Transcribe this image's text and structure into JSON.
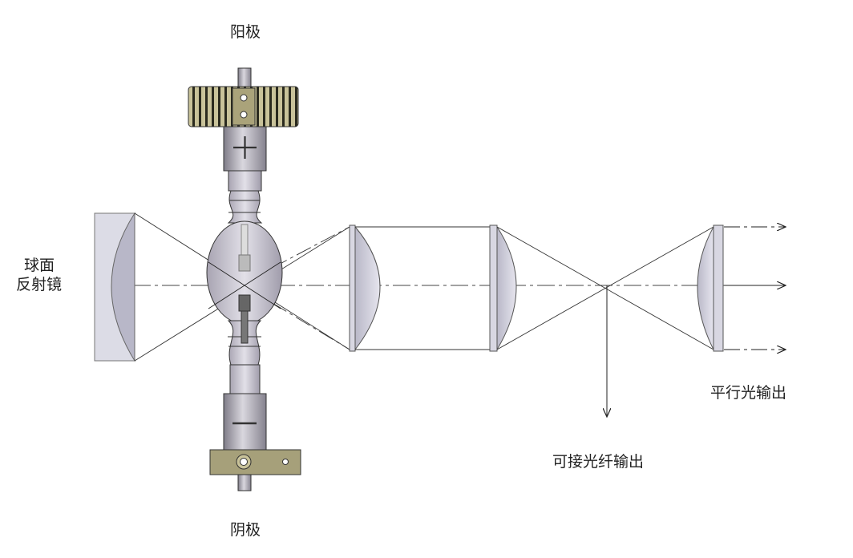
{
  "labels": {
    "anode": "阳极",
    "cathode": "阴极",
    "mirror_line1": "球面",
    "mirror_line2": "反射镜",
    "parallel_output": "平行光输出",
    "fiber_output": "可接光纤输出"
  },
  "lamp": {
    "anode_symbol": "+",
    "cathode_symbol": "−"
  },
  "colors": {
    "lens": "#c9c8d6",
    "metal": "#9e9ba6",
    "gear": "#8a8456",
    "bracket": "#a6a07a"
  }
}
